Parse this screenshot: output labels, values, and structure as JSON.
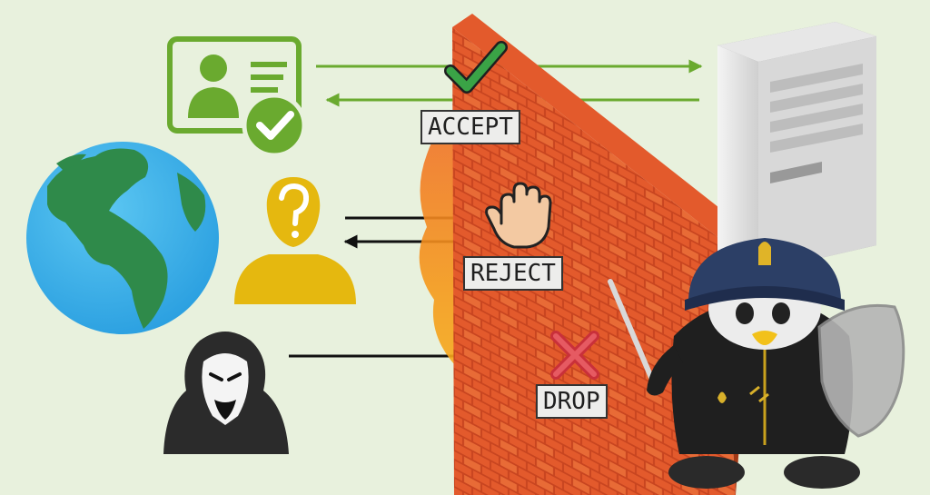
{
  "labels": {
    "accept": "ACCEPT",
    "reject": "REJECT",
    "drop": "DROP"
  },
  "icons": {
    "trusted_user": "id-card-check-icon",
    "internet": "globe-icon",
    "unknown_user": "question-user-icon",
    "attacker": "hooded-masked-figure-icon",
    "firewall": "brick-wall-fire-icon",
    "server": "server-tower-icon",
    "mascot": "penguin-guard-icon",
    "accept_symbol": "check-mark-icon",
    "reject_symbol": "raised-hand-icon",
    "drop_symbol": "x-mark-icon"
  },
  "colors": {
    "background": "#e8f1dd",
    "accept": "#6aaa2f",
    "reject": "#111111",
    "drop": "#111111",
    "unknown_user": "#e5b80f",
    "brick": "#d9552a",
    "fire": "#f5a21a",
    "label_bg": "#ededeb"
  }
}
